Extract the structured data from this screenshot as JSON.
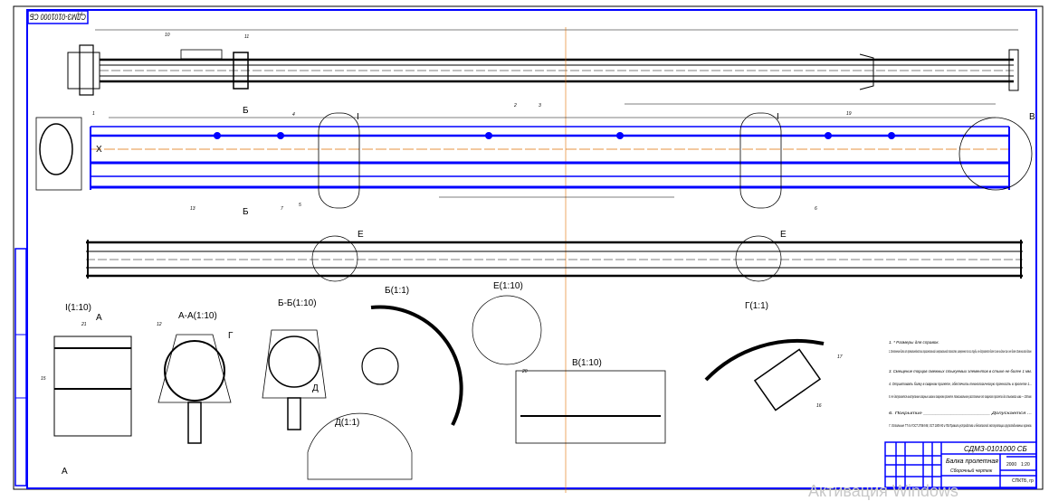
{
  "drawing": {
    "stamp_code": "СДМЗ-0101000 СБ",
    "title_code": "СДМЗ-0101000 СБ",
    "title_name": "Балка пролетная",
    "title_subname": "Сборочный чертеж",
    "sheet_scale": "1:20",
    "sheet_mass": "2000",
    "org": "СПКТБ, гр"
  },
  "views": {
    "view_I": "I(1:10)",
    "section_AA": "А-А(1:10)",
    "section_BB": "Б-Б(1:10)",
    "detail_B": "Б(1:1)",
    "detail_E": "Е(1:10)",
    "detail_V": "В(1:10)",
    "detail_G": "Г(1:1)",
    "detail_D": "Д(1:1)",
    "mark_E1": "Е",
    "mark_E2": "Е",
    "mark_V": "В",
    "mark_A": "А",
    "mark_A2": "А",
    "mark_B1": "Б",
    "mark_B2": "Б",
    "mark_I1": "I",
    "mark_I2": "I",
    "mark_X": "X",
    "mark_G": "Г",
    "mark_D": "Д"
  },
  "callouts": [
    "1",
    "2",
    "3",
    "4",
    "5",
    "6",
    "7",
    "10",
    "11",
    "12",
    "13",
    "15",
    "16",
    "17",
    "19",
    "20",
    "21"
  ],
  "notes": [
    "1. * Размеры для справок.",
    "2. Отклонение балки от прямолинейности в горизонтальной и вертикальной плоскостях, измеренное по оси трубы, не допускается более 1 мм на длине 1м и не более 10 мм на всей длине.",
    "3. Смещение торцов смежных стыкуемых элементов в стыке не более 1 мм.",
    "4. Отрихтовать балку в сварном пролете, обеспечить технологическую прочность в пролете 1...",
    "5. Не допускается выступание сварных швов в сварном пролете. Максимальное расстояние от сварного пролета до стыкового шва — 200 мм.",
    "6. Покрытие ______________________ Допускается ...",
    "7. Остальные ТТ по ГОСТ 27584-88, ОСТ 1005-90 и ПБ Правила устройства и безопасной эксплуатации грузоподъемных кранов."
  ],
  "watermark": "Активация Windows",
  "colors": {
    "accent": "#0000ff",
    "axis": "#e07000",
    "line": "#000000"
  }
}
